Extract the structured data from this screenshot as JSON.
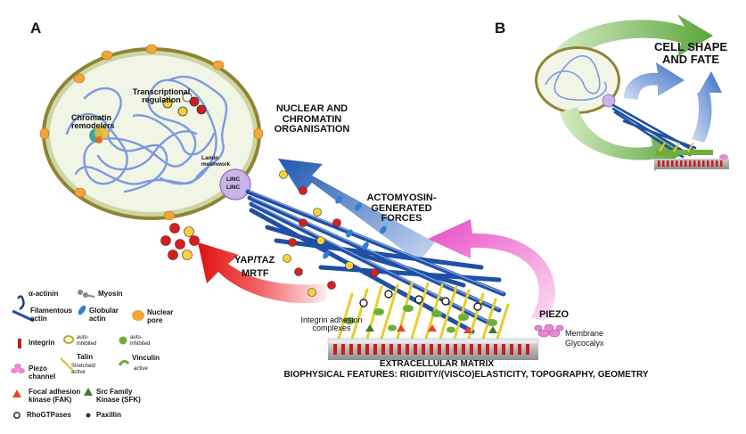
{
  "panels": {
    "a": "A",
    "b": "B"
  },
  "nucleus": {
    "transcriptional": "Transcriptional regulation",
    "chromatin": "Chromatin remodelers",
    "lamin": "Lamin meshwork",
    "linc1": "LINC",
    "linc2": "LINC"
  },
  "labels": {
    "nuclear_org": "NUCLEAR AND CHROMATIN ORGANISATION",
    "actomyosin": "ACTOMYOSIN-GENERATED FORCES",
    "yap1": "YAP/TAZ",
    "yap2": "MRTF",
    "integrin_complex": "Integrin adhesion complexes",
    "piezo": "PIEZO",
    "membrane": "Membrane",
    "glycocalyx": "Glycocalyx",
    "ecm1": "EXTRACELLULAR MATRIX",
    "ecm2": "BIOPHYSICAL FEATURES: RIGIDITY/(VISCO)ELASTICITY, TOPOGRAPHY, GEOMETRY",
    "cell_fate": "CELL SHAPE AND FATE"
  },
  "legend": {
    "alpha_actinin": "α-actinin",
    "myosin": "Myosin",
    "filamentous_actin": "Filamentous actin",
    "globular_actin": "Globular actin",
    "nuclear_pore": "Nuclear pore",
    "integrin": "Integrin",
    "talin": "Talin",
    "talin_auto": "auto-inhibited",
    "talin_stretch": "Stretched/ active",
    "vinculin": "Vinculin",
    "vinculin_auto": "auto-inhibited",
    "vinculin_active": "active",
    "piezo_channel": "Piezo channel",
    "fak": "Focal adhesion kinase (FAK)",
    "sfk": "Src Family Kinase (SFK)",
    "rho": "RhoGTPases",
    "paxillin": "Paxillin"
  },
  "colors": {
    "nucleus_rim": "#8a7d2e",
    "nucleus_fill": "#eef3e0",
    "chromatin": "#6f8fd8",
    "actin": "#1f4fa6",
    "arrow_blue": "#2d63b8",
    "arrow_red": "#e11f1f",
    "arrow_pink": "#e85bc8",
    "arrow_green": "#6ab04c",
    "integrin": "#cc1f1f",
    "ecm": "#9a9a9a",
    "pore": "#e9a23b"
  }
}
